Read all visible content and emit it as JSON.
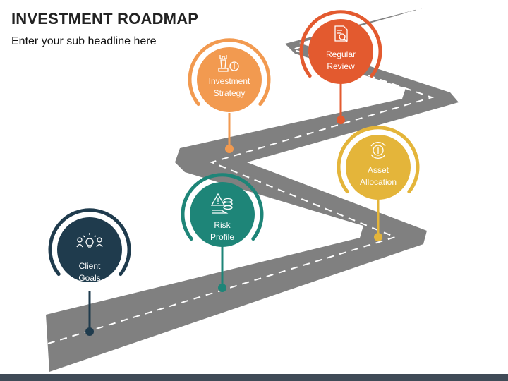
{
  "title": "INVESTMENT ROADMAP",
  "subtitle": "Enter your sub headline here",
  "colors": {
    "road": "#808080",
    "road_dash": "#ffffff",
    "client_goals": "#1f3b4d",
    "risk_profile": "#1e8578",
    "investment_strategy": "#f29a50",
    "asset_allocation": "#e4b53a",
    "regular_review": "#e35a2f",
    "bottom_bar": "#404b57"
  },
  "milestones": [
    {
      "id": "client-goals",
      "line1": "Client",
      "line2": "Goals",
      "icon": "people-idea-icon"
    },
    {
      "id": "risk-profile",
      "line1": "Risk",
      "line2": "Profile",
      "icon": "warning-coins-icon"
    },
    {
      "id": "investment-strategy",
      "line1": "Investment",
      "line2": "Strategy",
      "icon": "chess-rook-dollar-icon"
    },
    {
      "id": "asset-allocation",
      "line1": "Asset",
      "line2": "Allocation",
      "icon": "dollar-cycle-icon"
    },
    {
      "id": "regular-review",
      "line1": "Regular",
      "line2": "Review",
      "icon": "document-magnifier-icon"
    }
  ]
}
